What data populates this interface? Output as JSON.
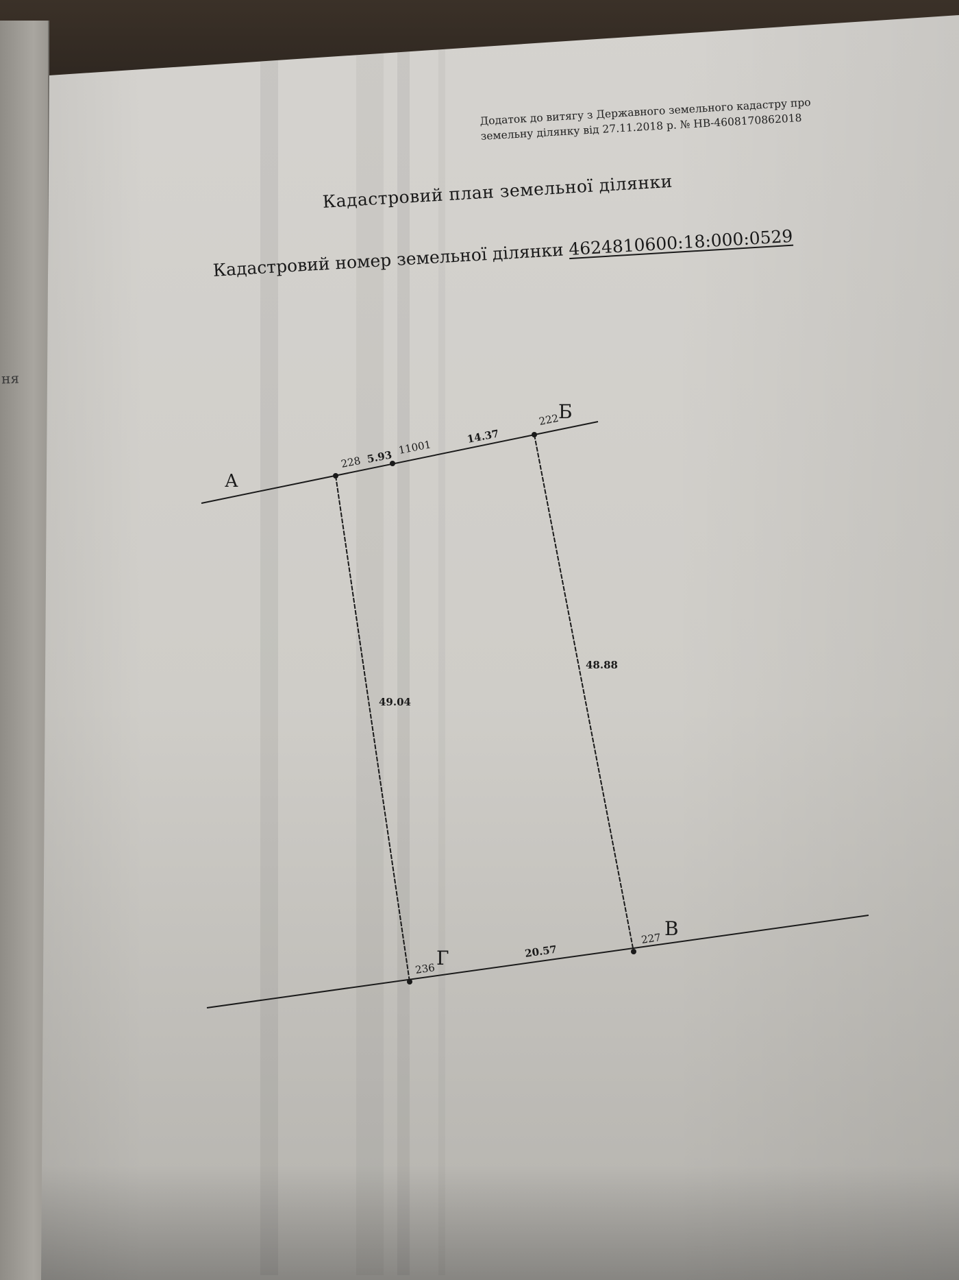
{
  "adjacent_page": {
    "fragment": "ня"
  },
  "header_note": {
    "line1": "Додаток до витягу з Державного земельного кадастру про",
    "line2": "земельну ділянку від 27.11.2018 р. № НВ-4608170862018"
  },
  "plan_title": "Кадастровий план земельної ділянки",
  "cadastral": {
    "label": "Кадастровий номер земельної ділянки",
    "number": "4624810600:18:000:0529"
  },
  "plan": {
    "corners": {
      "a": "А",
      "b": "Б",
      "v": "В",
      "g": "Г"
    },
    "points": {
      "p228": "228",
      "p11001": "11001",
      "p222": "222",
      "p227": "227",
      "p236": "236"
    },
    "lengths": {
      "top_left": "5.93",
      "top_right": "14.37",
      "left_side": "49.04",
      "right_side": "48.88",
      "bottom": "20.57"
    }
  }
}
